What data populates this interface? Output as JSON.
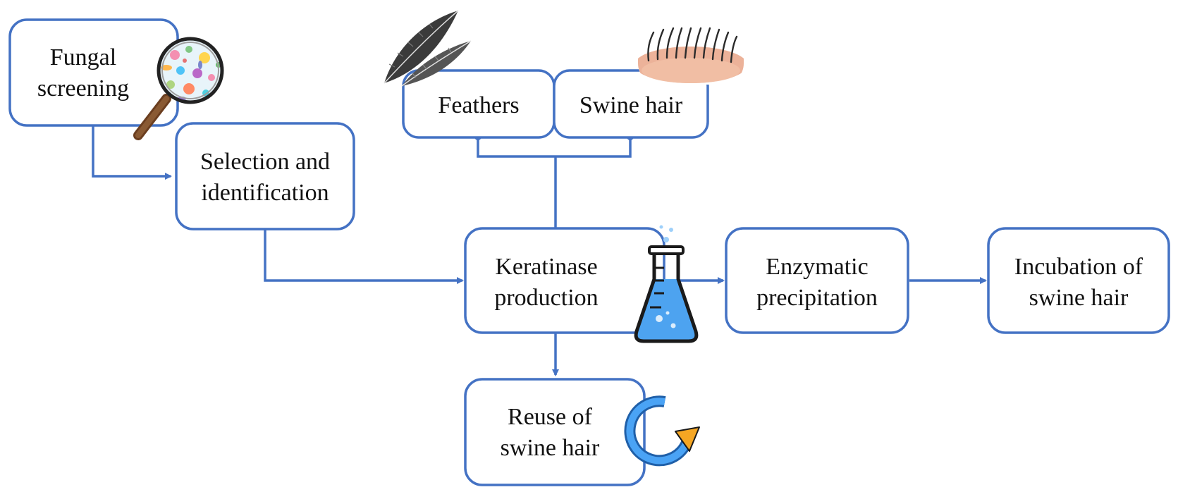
{
  "colors": {
    "box_stroke": "#4472C4",
    "text": "#111111",
    "flask_liquid": "#4DA3F0",
    "refresh_arrow": "#2E7FD8",
    "refresh_head": "#F5A623",
    "skin": "#E9A587"
  },
  "boxes": {
    "fungal": {
      "line1": "Fungal",
      "line2": "screening"
    },
    "selection": {
      "line1": "Selection and",
      "line2": "identification"
    },
    "feathers": {
      "label": "Feathers"
    },
    "swine": {
      "label": "Swine hair"
    },
    "keratinase": {
      "line1": "Keratinase",
      "line2": "production"
    },
    "enzymatic": {
      "line1": "Enzymatic",
      "line2": "precipitation"
    },
    "incubation": {
      "line1": "Incubation of",
      "line2": "swine hair"
    },
    "reuse": {
      "line1": "Reuse of",
      "line2": "swine hair"
    }
  },
  "icons": [
    "magnifier-icon",
    "feather-icon",
    "hair-skin-icon",
    "flask-icon",
    "refresh-icon"
  ]
}
